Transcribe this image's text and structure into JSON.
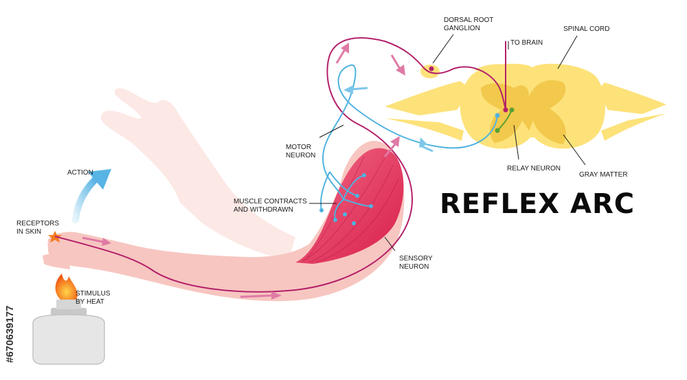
{
  "title": "REFLEX ARC",
  "labels": {
    "dorsal_root_ganglion": [
      "DORSAL ROOT",
      "GANGLION"
    ],
    "to_brain": [
      "TO BRAIN"
    ],
    "spinal_cord": [
      "SPINAL CORD"
    ],
    "relay_neuron": [
      "RELAY NEURON"
    ],
    "gray_matter": [
      "GRAY MATTER"
    ],
    "motor_neuron": [
      "MOTOR",
      "NEURON"
    ],
    "action": [
      "ACTION"
    ],
    "receptors_in_skin": [
      "RECEPTORS",
      "IN SKIN"
    ],
    "muscle": [
      "MUSCLE CONTRACTS",
      "AND WITHDRAWN"
    ],
    "sensory_neuron": [
      "SENSORY",
      "NEURON"
    ],
    "stimulus": [
      "STIMULUS",
      "BY HEAT"
    ]
  },
  "stock_id": "#670639177",
  "colors": {
    "sensory_neuron": "#b3206a",
    "motor_neuron": "#4fb2df",
    "relay_neuron": "#5aa032",
    "spinal_cord": "#fde27a",
    "gray_matter": "#f2c94c",
    "skin": "#f7c6c0",
    "muscle": "#e8365d",
    "flame": "#f57c1f"
  }
}
